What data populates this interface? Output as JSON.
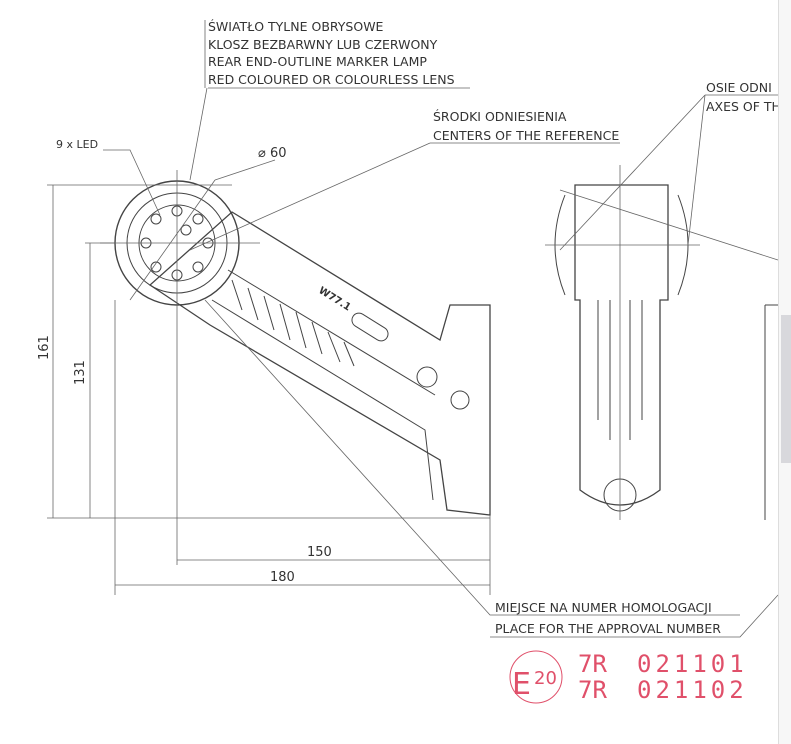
{
  "labels": {
    "lamp_pl_1": "ŚWIATŁO TYLNE OBRYSOWE",
    "lamp_pl_2": "KLOSZ BEZBARWNY LUB CZERWONY",
    "lamp_en_1": "REAR END-OUTLINE MARKER LAMP",
    "lamp_en_2": "RED COLOURED OR COLOURLESS LENS",
    "axes_pl": "OSIE ODNI",
    "axes_en": "AXES OF TH",
    "centers_pl": "ŚRODKI ODNIESIENIA",
    "centers_en": "CENTERS OF THE REFERENCE",
    "led": "9 x LED",
    "diameter": "⌀ 60",
    "approval_pl": "MIEJSCE NA NUMER HOMOLOGACJI",
    "approval_en": "PLACE FOR THE APPROVAL NUMBER",
    "part_mark": "W77.1"
  },
  "dimensions": {
    "d161": "161",
    "d131": "131",
    "d150": "150",
    "d180": "180"
  },
  "stamp": {
    "mark": "E",
    "country": "20",
    "line1_code": "7R",
    "line1_num": "021101",
    "line2_code": "7R",
    "line2_num": "021102",
    "color": "#e0506a"
  }
}
